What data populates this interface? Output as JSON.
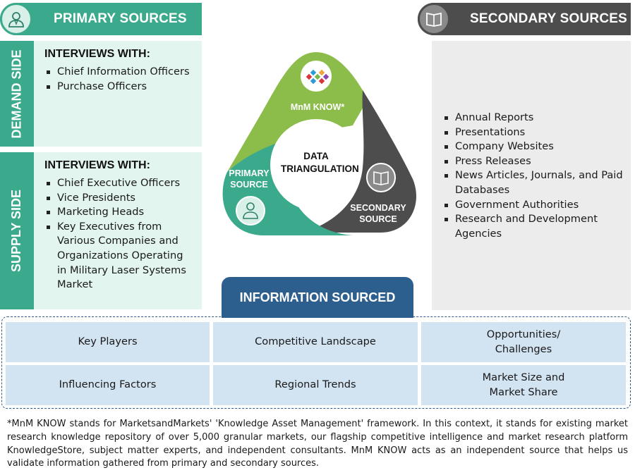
{
  "primary": {
    "title": "PRIMARY SOURCES",
    "demand": {
      "side_label": "DEMAND SIDE",
      "heading": "INTERVIEWS WITH:",
      "items": [
        "Chief Information Officers",
        "Purchase Officers"
      ]
    },
    "supply": {
      "side_label": "SUPPLY SIDE",
      "heading": "INTERVIEWS WITH:",
      "items": [
        "Chief Executive Officers",
        "Vice Presidents",
        "Marketing Heads",
        "Key Executives from Various Companies and Organizations Operating in Military Laser Systems Market"
      ]
    }
  },
  "secondary": {
    "title": "SECONDARY SOURCES",
    "items": [
      "Annual Reports",
      "Presentations",
      "Company Websites",
      "Press Releases",
      "News Articles, Journals, and Paid Databases",
      "Government Authorities",
      "Research and Development Agencies"
    ]
  },
  "triangulation": {
    "center_line1": "DATA",
    "center_line2": "TRIANGULATION",
    "mnm_label": "MnM KNOW*",
    "primary_line1": "PRIMARY",
    "primary_line2": "SOURCE",
    "secondary_line1": "SECONDARY",
    "secondary_line2": "SOURCE"
  },
  "information": {
    "title": "INFORMATION SOURCED",
    "cells": [
      [
        "Key Players"
      ],
      [
        "Competitive Landscape"
      ],
      [
        "Opportunities/",
        "Challenges"
      ],
      [
        "Influencing Factors"
      ],
      [
        "Regional Trends"
      ],
      [
        "Market Size and",
        "Market Share"
      ]
    ]
  },
  "footnote": "*MnM KNOW stands for MarketsandMarkets' 'Knowledge Asset Management' framework. In this context, it stands for existing market research knowledge repository of over 5,000 granular markets, our flagship competitive intelligence and market research platform KnowledgeStore, subject matter experts, and independent consultants. MnM KNOW acts as an independent source that helps us validate information gathered from primary and secondary sources.",
  "colors": {
    "primary_green": "#3ba98b",
    "light_green": "#e2f5ef",
    "lime_green": "#8cbd4b",
    "dark_gray": "#4d4d4d",
    "light_gray": "#ececec",
    "navy": "#2d5f8e",
    "light_blue": "#d2e3f2"
  },
  "icons": {
    "primary_header": "person-icon",
    "secondary_header": "book-icon",
    "mnm": "mnm-logo-icon",
    "primary_node": "person-icon",
    "secondary_node": "book-icon"
  }
}
